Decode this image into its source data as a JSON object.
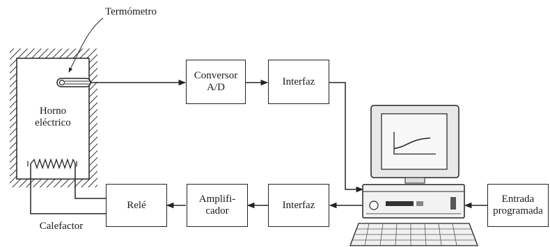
{
  "labels": {
    "thermometer": "Termómetro",
    "oven_line1": "Horno",
    "oven_line2": "eléctrico",
    "heater": "Calefactor"
  },
  "blocks": {
    "ad_converter": {
      "line1": "Conversor",
      "line2": "A/D"
    },
    "interface_top": {
      "line1": "Interfaz"
    },
    "relay": {
      "line1": "Relé"
    },
    "amplifier": {
      "line1": "Amplifi-",
      "line2": "cador"
    },
    "interface_bottom": {
      "line1": "Interfaz"
    },
    "programmed_input": {
      "line1": "Entrada",
      "line2": "programada"
    }
  },
  "colors": {
    "line": "#222222",
    "hatch": "#333333",
    "monitor_frame": "#e8e8e8",
    "screen": "#f7f7f7"
  }
}
